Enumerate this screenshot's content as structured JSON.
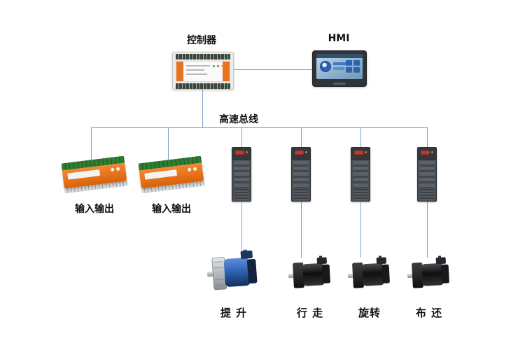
{
  "diagram": {
    "controller": {
      "label": "控制器"
    },
    "hmi": {
      "label": "HMI"
    },
    "bus": {
      "label": "高速总线"
    },
    "io_modules": [
      {
        "label": "输入输出"
      },
      {
        "label": "输入输出"
      }
    ],
    "motors": [
      {
        "label": "提 升"
      },
      {
        "label": "行 走"
      },
      {
        "label": "旋转"
      },
      {
        "label": "布 还"
      }
    ]
  },
  "colors": {
    "connector_line": "#7f9fca",
    "plc_orange": "#e8711c",
    "terminal_green": "#2e7d32",
    "drive_gray": "#4a4f54",
    "display_red": "#c0392b",
    "motor_blue": "#2c5faf",
    "hmi_screen_blue": "#8fb3cf"
  }
}
